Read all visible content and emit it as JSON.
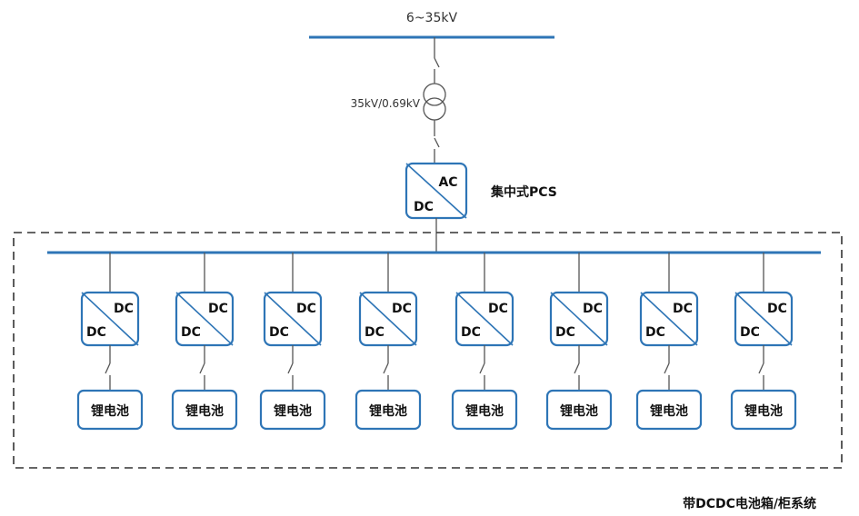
{
  "grid_voltage": "6~35kV",
  "transformer_label": "35kV/0.69kV",
  "pcs": {
    "ac_label": "AC",
    "dc_label": "DC",
    "title": "集中式PCS"
  },
  "dcdc_units": [
    {
      "top_label": "DC",
      "bottom_label": "DC",
      "battery_label": "锂电池"
    },
    {
      "top_label": "DC",
      "bottom_label": "DC",
      "battery_label": "锂电池"
    },
    {
      "top_label": "DC",
      "bottom_label": "DC",
      "battery_label": "锂电池"
    },
    {
      "top_label": "DC",
      "bottom_label": "DC",
      "battery_label": "锂电池"
    },
    {
      "top_label": "DC",
      "bottom_label": "DC",
      "battery_label": "锂电池"
    },
    {
      "top_label": "DC",
      "bottom_label": "DC",
      "battery_label": "锂电池"
    },
    {
      "top_label": "DC",
      "bottom_label": "DC",
      "battery_label": "锂电池"
    },
    {
      "top_label": "DC",
      "bottom_label": "DC",
      "battery_label": "锂电池"
    }
  ],
  "system_caption": "带DCDC电池箱/柜系统",
  "colors": {
    "bus": "#2e75b6",
    "box_border": "#2e75b6",
    "line": "#555555",
    "dashed": "#333333"
  }
}
